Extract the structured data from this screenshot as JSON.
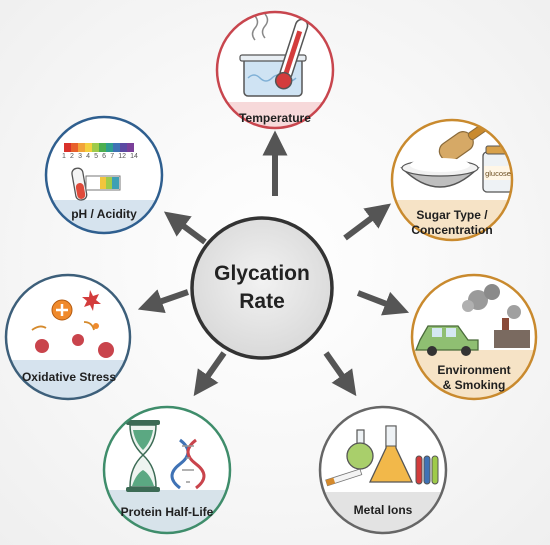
{
  "center": {
    "line1": "Glycation",
    "line2": "Rate"
  },
  "factors": {
    "temperature": {
      "label": "Temperature",
      "color": "#c8464e"
    },
    "ph": {
      "label": "pH / Acidity",
      "color": "#2f5f8f",
      "scale": [
        "1",
        "2",
        "3",
        "4",
        "5",
        "6",
        "7",
        "12",
        "14"
      ]
    },
    "sugar": {
      "label_line1": "Sugar Type /",
      "label_line2": "Concentration",
      "color": "#c98a2e",
      "jar_label": "glucose"
    },
    "oxidative": {
      "label": "Oxidative Stress",
      "color": "#3d5f7a"
    },
    "environment": {
      "label_line1": "Environment",
      "label_line2": "& Smoking",
      "color": "#c98a2e"
    },
    "halflife": {
      "label": "Protein Half-Life",
      "color": "#3f8d6b"
    },
    "metal": {
      "label": "Metal Ions",
      "color": "#666666"
    }
  }
}
